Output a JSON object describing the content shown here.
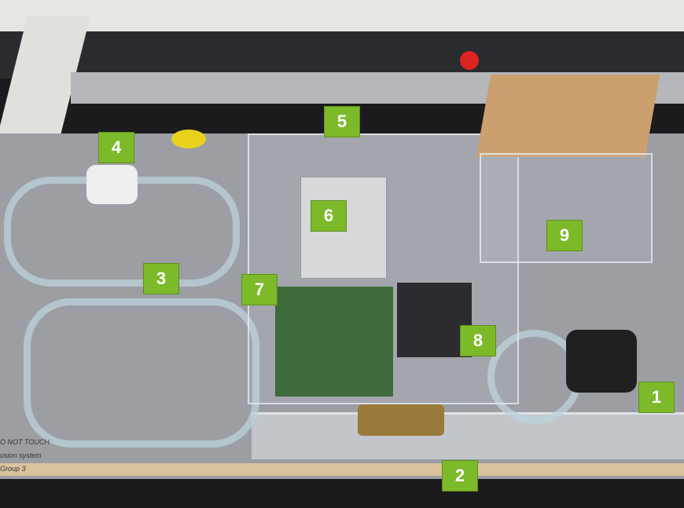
{
  "labels": [
    "1",
    "2",
    "3",
    "4",
    "5",
    "6",
    "7",
    "8",
    "9"
  ],
  "table_notes": [
    "O NOT TOUCH",
    "usion system",
    "Group 3"
  ],
  "colors": {
    "label_bg": "#7dba2a",
    "table": "#9c9ea3",
    "frame": "#e6e6e3"
  }
}
